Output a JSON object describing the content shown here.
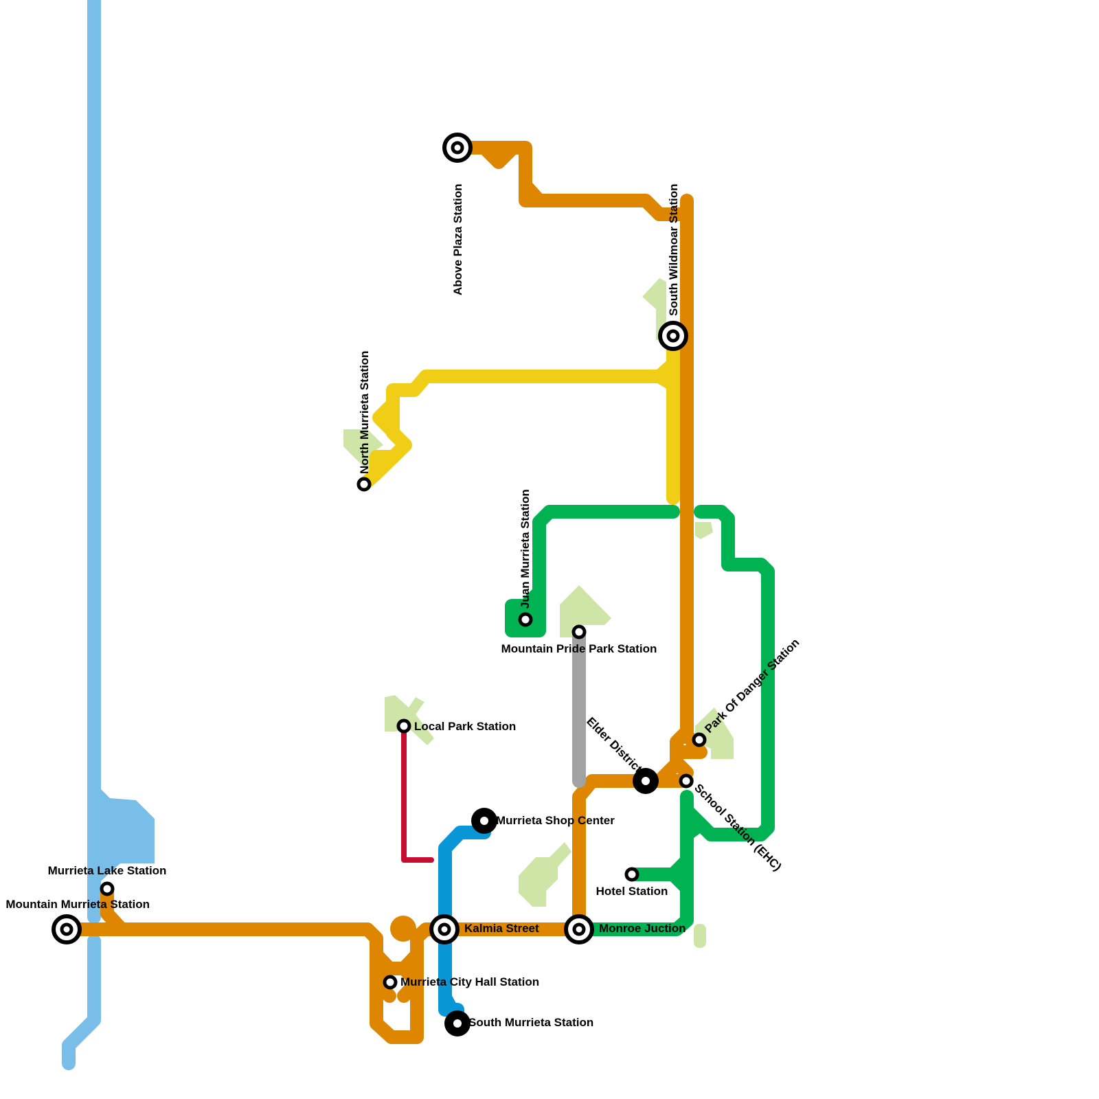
{
  "colors": {
    "orange": "#df8600",
    "lightblue": "#79bde9",
    "yellow": "#f0ce15",
    "green": "#00b251",
    "blue": "#0896d7",
    "red": "#c60c30",
    "gray": "#a2a2a2",
    "park": "#cfe4a7"
  },
  "stations": {
    "mountain_murrieta": "Mountain Murrieta Station",
    "murrieta_lake": "Murrieta Lake Station",
    "above_plaza": "Above Plaza Station",
    "north_murrieta": "North Murrieta Station",
    "south_wildmoar": "South Wildmoar Station",
    "juan_murrieta": "Juan Murrieta Station",
    "mountain_pride_park": "Mountain Pride Park Station",
    "local_park": "Local Park Station",
    "elder_district": "Elder District",
    "park_of_danger": "Park Of Danger Station",
    "school_station": "School Station (EHC)",
    "murrieta_shop_center": "Murrieta Shop Center",
    "hotel_station": "Hotel Station",
    "kalmia_street": "Kalmia Street",
    "monroe_juction": "Monroe Juction",
    "murrieta_city_hall": "Murrieta City Hall Station",
    "south_murrieta": "South Murrieta Station"
  }
}
